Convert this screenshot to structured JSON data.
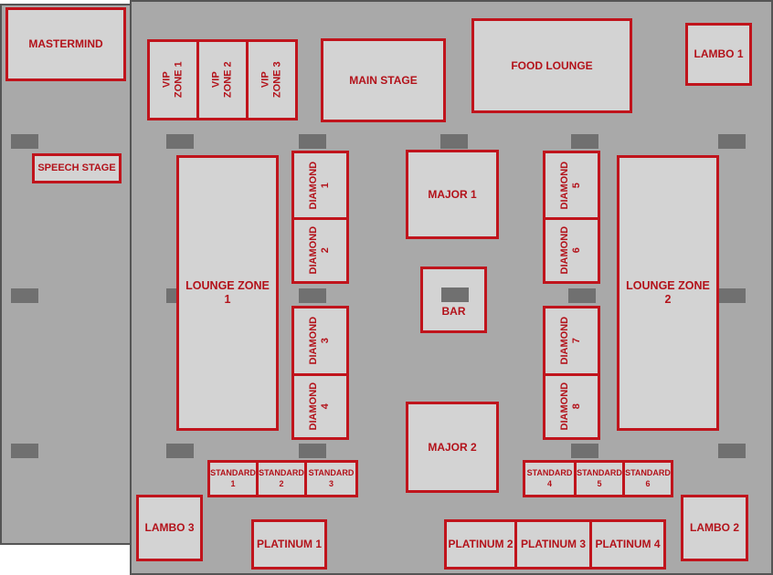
{
  "zones": {
    "mastermind": "MASTERMIND",
    "speech_stage": "SPEECH STAGE",
    "vip1": "VIP ZONE 1",
    "vip2": "VIP ZONE 2",
    "vip3": "VIP ZONE 3",
    "main_stage": "MAIN STAGE",
    "food_lounge": "FOOD LOUNGE",
    "lambo1": "LAMBO 1",
    "lambo2": "LAMBO 2",
    "lambo3": "LAMBO 3",
    "lounge1": "LOUNGE ZONE\n1",
    "lounge2": "LOUNGE ZONE\n2",
    "diamond1": "DIAMOND\n1",
    "diamond2": "DIAMOND\n2",
    "diamond3": "DIAMOND\n3",
    "diamond4": "DIAMOND\n4",
    "diamond5": "DIAMOND\n5",
    "diamond6": "DIAMOND\n6",
    "diamond7": "DIAMOND\n7",
    "diamond8": "DIAMOND\n8",
    "major1": "MAJOR 1",
    "major2": "MAJOR 2",
    "bar": "BAR",
    "standard1": "STANDARD\n1",
    "standard2": "STANDARD\n2",
    "standard3": "STANDARD\n3",
    "standard4": "STANDARD\n4",
    "standard5": "STANDARD\n5",
    "standard6": "STANDARD\n6",
    "platinum1": "PLATINUM 1",
    "platinum2": "PLATINUM 2",
    "platinum3": "PLATINUM 3",
    "platinum4": "PLATINUM 4"
  },
  "colors": {
    "zone_border": "#c0141c",
    "zone_text": "#b3121a",
    "zone_fill": "#d3d3d3",
    "hall_fill": "#a9a9a9",
    "pillar": "#707070"
  }
}
